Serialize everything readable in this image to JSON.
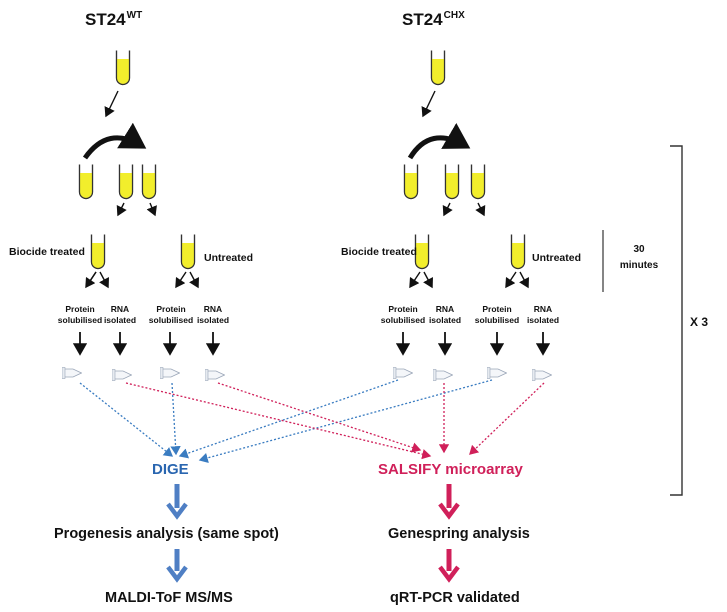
{
  "strains": {
    "wt": {
      "base": "ST24",
      "sup": "WT"
    },
    "chx": {
      "base": "ST24",
      "sup": "CHX"
    }
  },
  "conditions": {
    "treated": "Biocide treated",
    "untreated": "Untreated"
  },
  "extraction": {
    "protein": [
      "Protein",
      "solubilised"
    ],
    "rna": [
      "RNA",
      "isolated"
    ]
  },
  "time_note": [
    "30",
    "minutes"
  ],
  "replicates": "X 3",
  "proteomics": {
    "method": "DIGE",
    "analysis": "Progenesis analysis (same spot)",
    "validation": "MALDI-ToF MS/MS"
  },
  "transcriptomics": {
    "method": "SALSIFY microarray",
    "analysis": "Genespring analysis",
    "validation": "qRT-PCR validated"
  },
  "colors": {
    "tube_fill": "#f2ee2c",
    "tube_outline": "#333333",
    "protein_path": "#3a7cc1",
    "rna_path": "#d0205a",
    "dige_text": "#2a66b0",
    "salsify_text": "#d0205a"
  }
}
